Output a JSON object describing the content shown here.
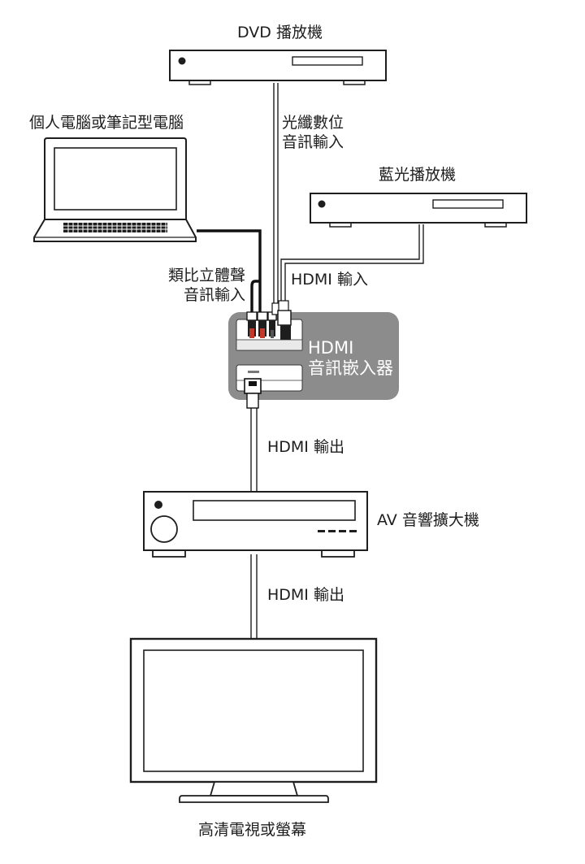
{
  "labels": {
    "dvd_player": "DVD 播放機",
    "computer": "個人電腦或筆記型電腦",
    "optical_input_line1": "光纖數位",
    "optical_input_line2": "音訊輸入",
    "bluray_player": "藍光播放機",
    "hdmi_input": "HDMI 輸入",
    "analog_input_line1": "類比立體聲",
    "analog_input_line2": "音訊輸入",
    "embedder_line1": "HDMI",
    "embedder_line2": "音訊嵌入器",
    "hdmi_output_1": "HDMI 輸出",
    "av_receiver": "AV 音響擴大機",
    "hdmi_output_2": "HDMI 輸出",
    "tv": "高清電視或螢幕"
  },
  "colors": {
    "line": "#1e1e1e",
    "embedder_box": "#8c8c8c",
    "connector_red": "#c0392b"
  }
}
